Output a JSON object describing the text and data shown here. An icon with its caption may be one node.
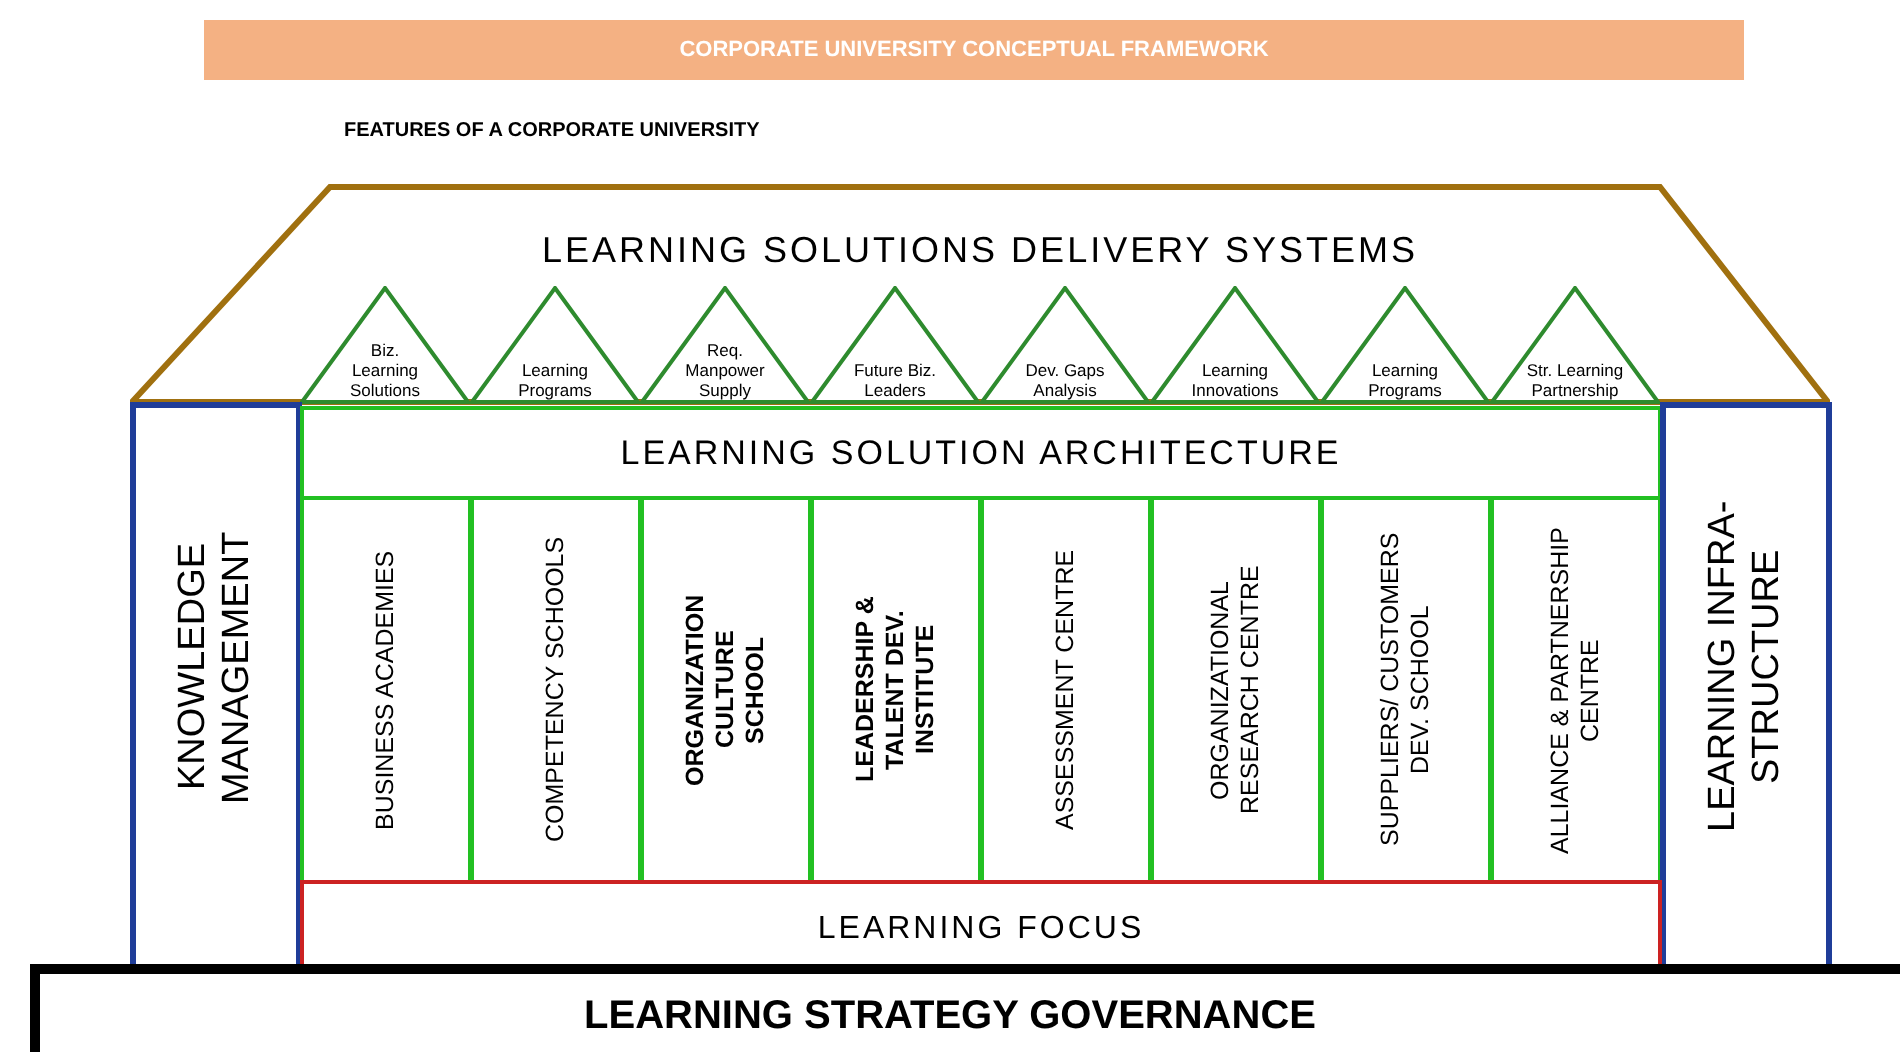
{
  "diagram": {
    "title": "CORPORATE UNIVERSITY CONCEPTUAL FRAMEWORK",
    "nodes": [
      {
        "text": [
          "LEARNING SOLUTIONS DELIVERY SYSTEMS"
        ]
      },
      {
        "text": [
          "Biz. Learning Solutions"
        ],
        "in": 0
      },
      {
        "text": [
          "Learning Programs"
        ],
        "in": 0
      },
      {
        "text": [
          "Req. Manpower Supply"
        ],
        "in": 0
      },
      {
        "text": [
          "Future Biz. Leaders"
        ],
        "in": 0
      },
      {
        "text": [
          "Dev. Gaps Analysis"
        ],
        "in": 0
      },
      {
        "text": [
          "Learning Innovations"
        ],
        "in": 0
      },
      {
        "text": [
          "Learning Programs"
        ],
        "in": 0
      },
      {
        "text": [
          "Str. Learning Partnership"
        ],
        "in": 0
      },
      {
        "text": [
          "KNOWLEDGE MANAGEMENT"
        ]
      },
      {
        "text": [
          "LEARNING SOLUTION ARCHITECTURE"
        ]
      },
      {
        "text": [
          "BUSINESS ACADEMIES"
        ]
      },
      {
        "text": [
          "COMPETENCY SCHOOLS"
        ]
      },
      {
        "text": [
          "ORGANIZATION CULTURE SCHOOL"
        ]
      },
      {
        "text": [
          "LEADERSHIP & TALENT DEV. INSTITUTE"
        ]
      },
      {
        "text": [
          "ASSESSMENT CENTRE"
        ]
      },
      {
        "text": [
          "ORGANIZATIONAL RESEARCH CENTRE"
        ]
      },
      {
        "text": [
          "SUPPLIERS/ CUSTOMERS DEV. SCHOOL"
        ]
      },
      {
        "text": [
          "ALLIANCE & PARTNERSHIP CENTRE"
        ]
      },
      {
        "text": [
          "LEARNING INFRA-STRUCTURE"
        ]
      },
      {
        "text": [
          "LEARNING FOCUS"
        ]
      },
      {
        "text": [
          "LEARNING STRATEGY GOVERNANCE"
        ]
      }
    ],
    "labels": [
      "FEATURES OF A CORPORATE UNIVERSITY"
    ]
  }
}
